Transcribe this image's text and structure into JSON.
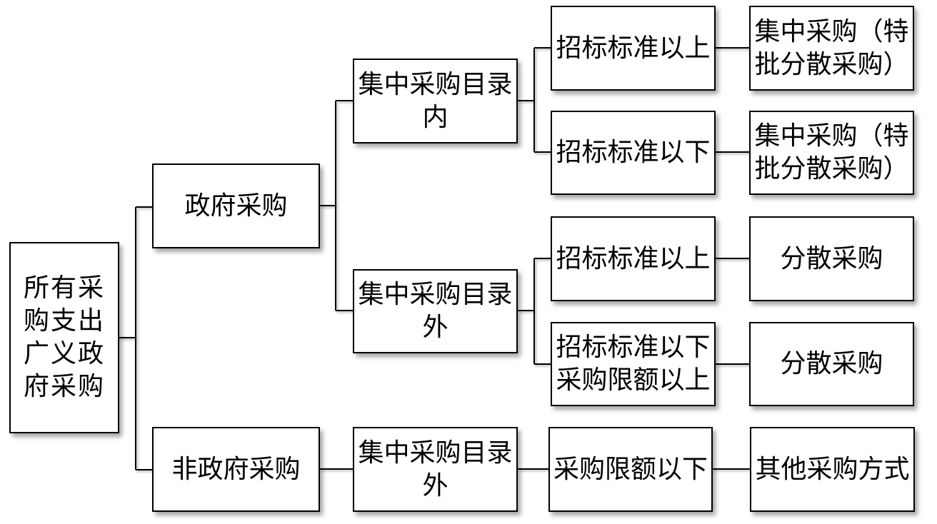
{
  "nodes": {
    "root": "所有采购支出广义政府采购",
    "gov": "政府采购",
    "non_gov": "非政府采购",
    "in_catalog": "集中采购目录内",
    "out_catalog": "集中采购目录外",
    "out_catalog_non_gov": "集中采购目录外",
    "in_above": "招标标准以上",
    "in_below": "招标标准以下",
    "out_above": "招标标准以上",
    "out_below": "招标标准以下\n采购限额以上",
    "non_gov_limit": "采购限额以下",
    "in_above_result": "集中采购（特\n批分散采购）",
    "in_below_result": "集中采购（特\n批分散采购）",
    "out_above_result": "分散采购",
    "out_below_result": "分散采购",
    "non_gov_result": "其他采购方式"
  },
  "colors": {
    "border": "#000000",
    "text": "#000000",
    "background": "#ffffff"
  }
}
